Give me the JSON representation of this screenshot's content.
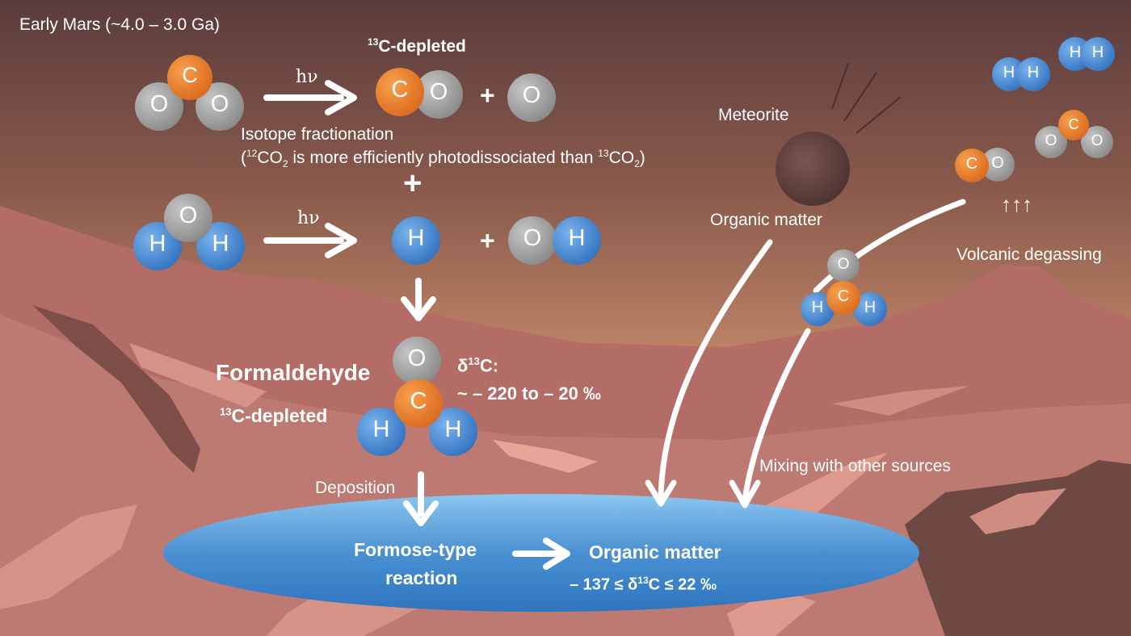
{
  "title": "Early Mars (~4.0 – 3.0 Ga)",
  "co2_photolysis": {
    "label_13c": "C-depleted",
    "sup_13": "13",
    "hv": "hν",
    "plus": "+",
    "note_line1": "Isotope fractionation",
    "note_line2_a": "(",
    "note_line2_sup1": "12",
    "note_line2_b": "CO",
    "note_line2_sub1": "2",
    "note_line2_c": " is more efficiently photodissociated than ",
    "note_line2_sup2": "13",
    "note_line2_d": "CO",
    "note_line2_sub2": "2",
    "note_line2_e": ")"
  },
  "big_plus": "+",
  "h2o_photolysis": {
    "hv": "hν",
    "plus": "+"
  },
  "atoms": {
    "C": "C",
    "O": "O",
    "H": "H"
  },
  "formaldehyde": {
    "name": "Formaldehyde",
    "depleted_sup": "13",
    "depleted_text": "C-depleted",
    "delta_a": "δ",
    "delta_sup": "13",
    "delta_b": "C:",
    "delta_range": "~ – 220 to – 20 ‰"
  },
  "deposition": "Deposition",
  "lake": {
    "formose_line1": "Formose-type",
    "formose_line2": "reaction",
    "organic": "Organic matter",
    "range_a": "– 137 ≤ δ",
    "range_sup": "13",
    "range_b": "C ≤ 22 ‰"
  },
  "meteorite": {
    "label": "Meteorite",
    "organic": "Organic matter"
  },
  "mixing": "Mixing with other sources",
  "volcanic": {
    "label": "Volcanic degassing",
    "arrows": "↑↑↑"
  },
  "colors": {
    "carbon": "#ef7f22",
    "oxygen": "#a3a3a3",
    "hydrogen": "#4a8fd6",
    "lake": "#4a90d2"
  }
}
